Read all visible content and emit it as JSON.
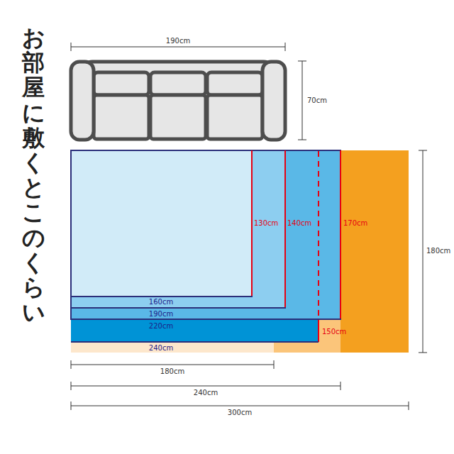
{
  "diagram": {
    "title": "お部屋に敷くとこのくらい",
    "labels": [
      "190cm",
      "70cm",
      "130cm",
      "140cm",
      "170cm",
      "180cm",
      "160cm",
      "190cm",
      "220cm",
      "150cm",
      "240cm",
      "180cm",
      "240cm",
      "300cm"
    ]
  }
}
